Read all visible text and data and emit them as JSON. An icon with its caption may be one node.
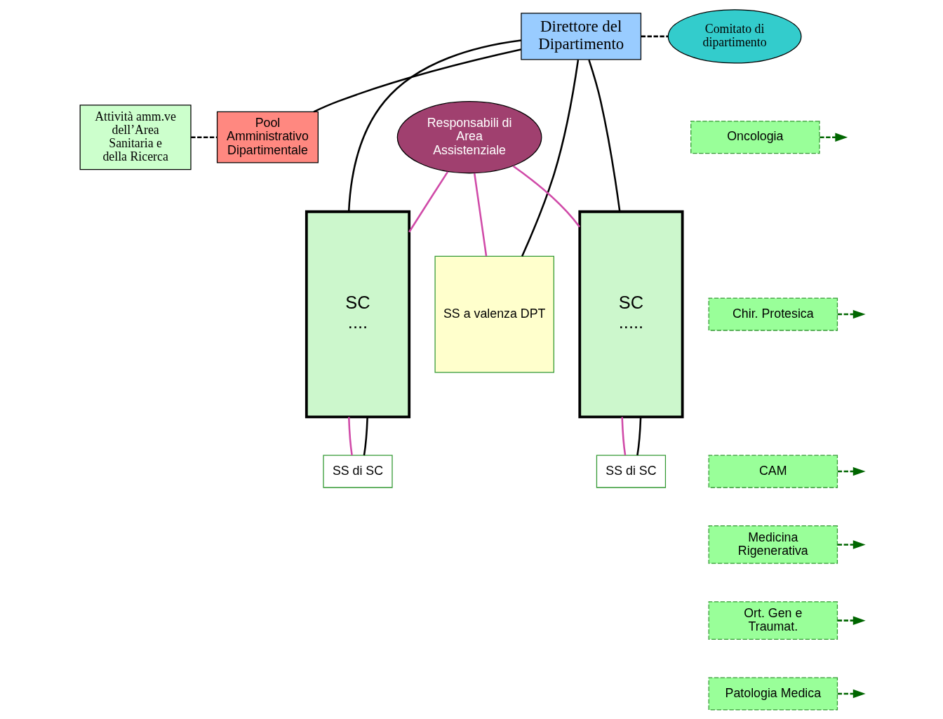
{
  "diagram": {
    "nodes": [
      {
        "text": [
          "Direttore del Dipartimento"
        ]
      },
      {
        "text": [
          "Comitato di dipartimento"
        ]
      },
      {
        "text": [
          "Attività amm.ve dell’Area Sanitaria e della Ricerca"
        ]
      },
      {
        "text": [
          "Pool Amministrativo Dipartimentale"
        ]
      },
      {
        "text": [
          "Responsabili di Area Assistenziale"
        ]
      },
      {
        "text": [
          "SC",
          "...."
        ]
      },
      {
        "text": [
          "SS a valenza DPT"
        ]
      },
      {
        "text": [
          "SC",
          "....."
        ]
      },
      {
        "text": [
          "SS di SC"
        ]
      },
      {
        "text": [
          "SS di SC"
        ]
      },
      {
        "text": [
          "Oncologia"
        ]
      },
      {
        "text": [
          "Chir. Protesica"
        ]
      },
      {
        "text": [
          "CAM"
        ]
      },
      {
        "text": [
          "Medicina Rigenerativa"
        ]
      },
      {
        "text": [
          "Ort. Gen e Traumat."
        ]
      },
      {
        "text": [
          "Patologia Medica"
        ]
      }
    ],
    "edges": [
      {
        "from": 0,
        "to": 1,
        "arrow": "none",
        "style": "dashed"
      },
      {
        "from": 2,
        "to": 3,
        "arrow": "none",
        "style": "dashed"
      },
      {
        "from": 0,
        "to": 3,
        "arrow": "none"
      },
      {
        "from": 0,
        "to": 5,
        "arrow": "none"
      },
      {
        "from": 0,
        "to": 6,
        "arrow": "none"
      },
      {
        "from": 0,
        "to": 7,
        "arrow": "none"
      },
      {
        "from": 4,
        "to": 5,
        "arrow": "none",
        "color": "#d04aa8"
      },
      {
        "from": 4,
        "to": 6,
        "arrow": "none",
        "color": "#d04aa8"
      },
      {
        "from": 4,
        "to": 7,
        "arrow": "none",
        "color": "#d04aa8"
      },
      {
        "from": 5,
        "to": 8,
        "arrow": "none",
        "color": "#d04aa8"
      },
      {
        "from": 5,
        "to": 8,
        "arrow": "none"
      },
      {
        "from": 7,
        "to": 9,
        "arrow": "none",
        "color": "#d04aa8"
      },
      {
        "from": 7,
        "to": 9,
        "arrow": "none"
      },
      {
        "from": 10,
        "to": null,
        "arrow": "to",
        "style": "dashed",
        "color": "#006600"
      },
      {
        "from": 11,
        "to": null,
        "arrow": "to",
        "style": "dashed",
        "color": "#006600"
      },
      {
        "from": 12,
        "to": null,
        "arrow": "to",
        "style": "dashed",
        "color": "#006600"
      },
      {
        "from": 13,
        "to": null,
        "arrow": "to",
        "style": "dashed",
        "color": "#006600"
      },
      {
        "from": 14,
        "to": null,
        "arrow": "to",
        "style": "dashed",
        "color": "#006600"
      },
      {
        "from": 15,
        "to": null,
        "arrow": "to",
        "style": "dashed",
        "color": "#006600"
      }
    ]
  }
}
